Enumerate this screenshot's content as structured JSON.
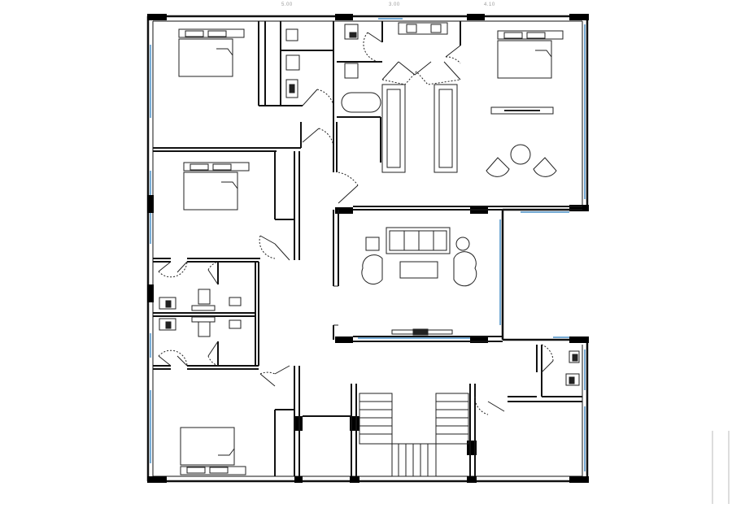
{
  "dimension_labels": [
    "5.00",
    "3.00",
    "4.10"
  ],
  "colors": {
    "wall": "#111111",
    "window": "#4a90c8",
    "column": "#000000"
  }
}
